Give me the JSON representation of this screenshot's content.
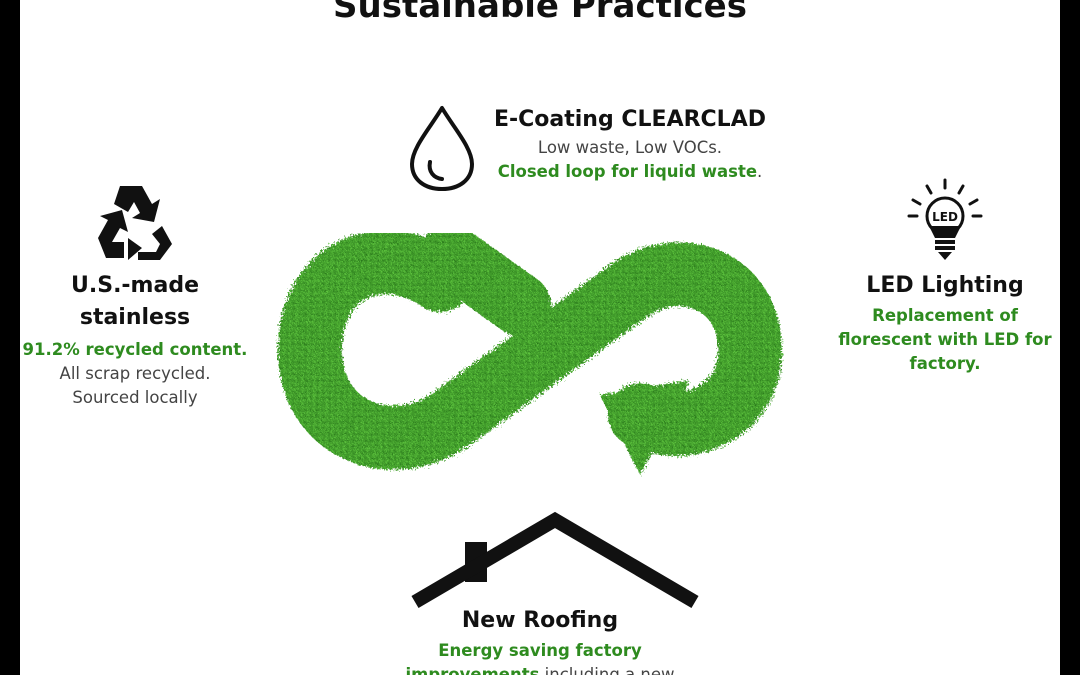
{
  "title": "Sustainable Practices",
  "colors": {
    "accent_green": "#2e8b1f",
    "grass": "#3f9a2a",
    "frame": "#000000"
  },
  "icons": {
    "drop": "water-drop-icon",
    "recycle": "recycle-icon",
    "led": "led-bulb-icon",
    "infinity": "infinity-loop-icon",
    "roof": "house-roof-icon"
  },
  "ecoating": {
    "title": "E-Coating CLEARCLAD",
    "line1": "Low waste, Low VOCs.",
    "line2_green": "Closed loop for liquid waste",
    "line2_end": "."
  },
  "stainless": {
    "title_line1": "U.S.-made",
    "title_line2": "stainless",
    "green_line": "91.2% recycled content.",
    "line2": "All scrap recycled.",
    "line3": "Sourced locally"
  },
  "led": {
    "title": "LED Lighting",
    "bulb_label": "LED",
    "green_line1": "Replacement of",
    "green_line2": "florescent with LED for",
    "green_line3": "factory."
  },
  "roofing": {
    "title": "New Roofing",
    "green_line1": "Energy saving factory",
    "green_line2": "improvements",
    "line2_end": " including a new"
  }
}
